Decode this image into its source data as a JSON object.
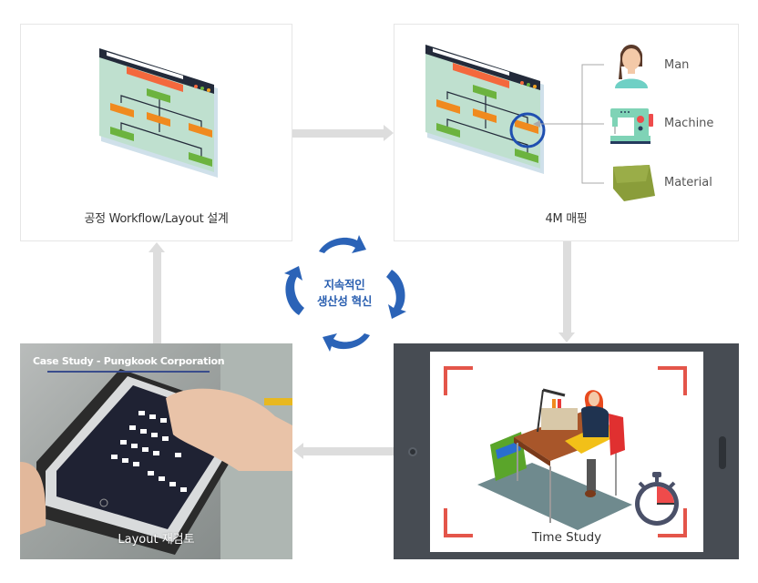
{
  "diagram": {
    "title": "4M process cycle",
    "center_label": {
      "line1": "지속적인",
      "line2": "생산성 혁신"
    },
    "steps": [
      {
        "id": "design",
        "label": "공정 Workflow/Layout 설계",
        "icon": "workflow-screen-icon"
      },
      {
        "id": "mapping",
        "label": "4M 매핑",
        "icon": "workflow-screen-icon"
      },
      {
        "id": "time_study",
        "label": "Time Study",
        "icon": "sewing-worker-illustration"
      },
      {
        "id": "review",
        "label": "Layout 재검토",
        "icon": "tablet-photo"
      }
    ],
    "four_m_items": [
      {
        "label": "Man",
        "icon": "woman-avatar-icon"
      },
      {
        "label": "Machine",
        "icon": "sewing-machine-icon"
      },
      {
        "label": "Material",
        "icon": "fabric-icon"
      }
    ],
    "case_study_title": "Case Study - Pungkook Corporation",
    "flow": [
      "design → mapping",
      "mapping → time_study",
      "time_study → review",
      "review → design"
    ]
  },
  "colors": {
    "accent_blue": "#2a5fb0",
    "arrow_gray": "#dddddd",
    "border_gray": "#e6e6e6",
    "bracket_red": "#e4554a",
    "tablet_frame": "#474c53",
    "screen_green": "#bfe0cf",
    "box_orange": "#f08a1e",
    "box_green": "#6cb33f",
    "header_red": "#f4683d"
  }
}
